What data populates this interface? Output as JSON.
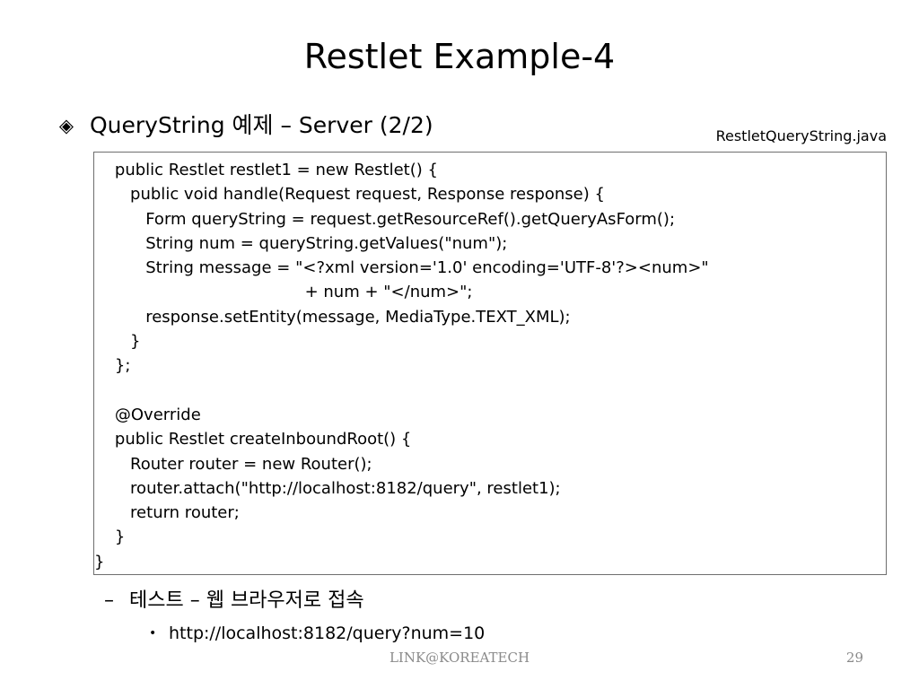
{
  "slide": {
    "title": "Restlet Example-4",
    "bullet_symbol": "◈",
    "bullet_text": "QueryString 예제 – Server (2/2)",
    "filename": "RestletQueryString.java"
  },
  "code_lines": [
    "    public Restlet restlet1 = new Restlet() {",
    "       public void handle(Request request, Response response) {",
    "          Form queryString = request.getResourceRef().getQueryAsForm();",
    "          String num = queryString.getValues(\"num\");",
    "          String message = \"<?xml version='1.0' encoding='UTF-8'?><num>\"",
    "                                         + num + \"</num>\";",
    "          response.setEntity(message, MediaType.TEXT_XML);",
    "       }",
    "    };",
    "",
    "    @Override",
    "    public Restlet createInboundRoot() {",
    "       Router router = new Router();",
    "       router.attach(\"http://localhost:8182/query\", restlet1);",
    "       return router;",
    "    }",
    "}"
  ],
  "sub_bullet": {
    "dash": "–",
    "text": "테스트 – 웹 브라우저로 접속"
  },
  "sub_sub_bullet": {
    "dot": "•",
    "text": "http://localhost:8182/query?num=10"
  },
  "footer": {
    "center": "LINK@KOREATECH",
    "page_number": "29"
  }
}
